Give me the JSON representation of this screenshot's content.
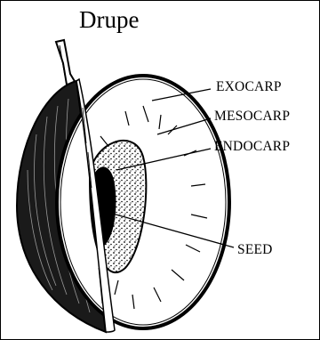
{
  "title": "Drupe",
  "labels": {
    "exocarp": "EXOCARP",
    "mesocarp": "MESOCARP",
    "endocarp": "ENDOCARP",
    "seed": "SEED"
  }
}
